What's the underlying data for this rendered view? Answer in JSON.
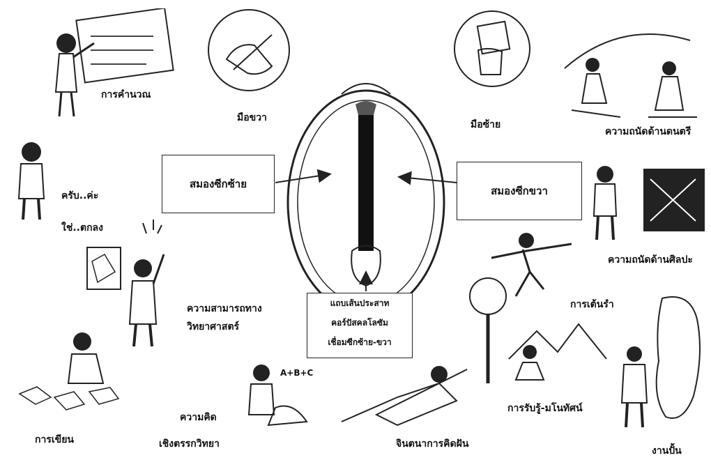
{
  "center": {
    "left_hemisphere": "สมองซีกซ้าย",
    "right_hemisphere": "สมองซีกขวา",
    "corpus_callosum": [
      "แถบเส้นประสาท",
      "คอร์ปัสคลโลซัม",
      "เชื่อมซีกซ้าย-ขวา"
    ]
  },
  "left_side": {
    "calculation": "การคำนวณ",
    "right_hand": "มือขวา",
    "yes_no_lines": [
      "ครับ..ค่ะ",
      "ใช่..ตกลง"
    ],
    "science_lines": [
      "ความสามารถทาง",
      "วิทยาศาสตร์"
    ],
    "writing": "การเขียน",
    "logic_lines": [
      "ความคิด",
      "เชิงตรรกวิทยา"
    ],
    "formula": "A+B+C"
  },
  "right_side": {
    "left_hand": "มือซ้าย",
    "music": "ความถนัดด้านดนตรี",
    "art": "ความถนัดด้านศิลปะ",
    "dance": "การเต้นรำ",
    "perception": "การรับรู้-มโนทัศน์",
    "imagination": "จินตนาการคิดฝัน",
    "sculpture": "งานปั้น"
  }
}
